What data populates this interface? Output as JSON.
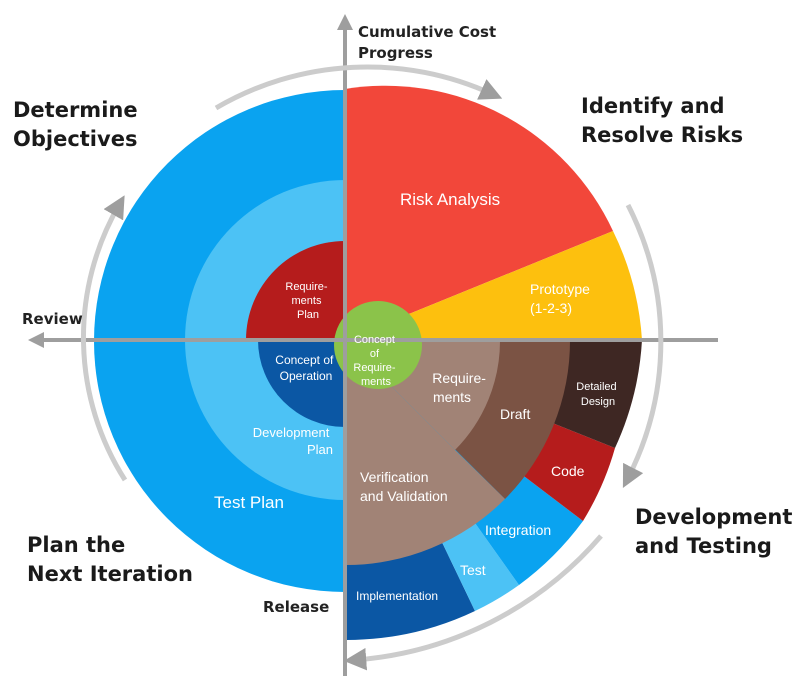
{
  "headings": {
    "top_left": [
      "Determine",
      "Objectives"
    ],
    "top_right": [
      "Identify and",
      "Resolve Risks"
    ],
    "bottom_left": [
      "Plan the",
      "Next Iteration"
    ],
    "bottom_right": [
      "Development",
      "and Testing"
    ]
  },
  "axes": {
    "y_label": [
      "Cumulative Cost",
      "Progress"
    ],
    "review": "Review",
    "release": "Release"
  },
  "segments": {
    "test_plan": "Test Plan",
    "development_plan": [
      "Development",
      "Plan"
    ],
    "requirements_plan": [
      "Require-",
      "ments",
      "Plan"
    ],
    "concept_of_operation": [
      "Concept of",
      "Operation"
    ],
    "risk_analysis": "Risk Analysis",
    "prototype": [
      "Prototype",
      "(1-2-3)"
    ],
    "concept_of_requirements": [
      "Concept",
      "of",
      "Require-",
      "ments"
    ],
    "requirements": [
      "Require-",
      "ments"
    ],
    "draft": "Draft",
    "detailed_design": [
      "Detailed",
      "Design"
    ],
    "code": "Code",
    "verification_validation": [
      "Verification",
      "and Validation"
    ],
    "integration": "Integration",
    "test": "Test",
    "implementation": "Implementation"
  },
  "colors": {
    "blue": "#0aa3f0",
    "light_blue": "#4cc2f5",
    "navy": "#0b57a4",
    "red": "#f2473a",
    "dark_red": "#b51c1c",
    "yellow": "#fdc00e",
    "green": "#8bc34a",
    "taupe": "#a18376",
    "brown": "#7b5344",
    "dark_brown": "#3e2723",
    "gray": "#9e9e9e"
  }
}
